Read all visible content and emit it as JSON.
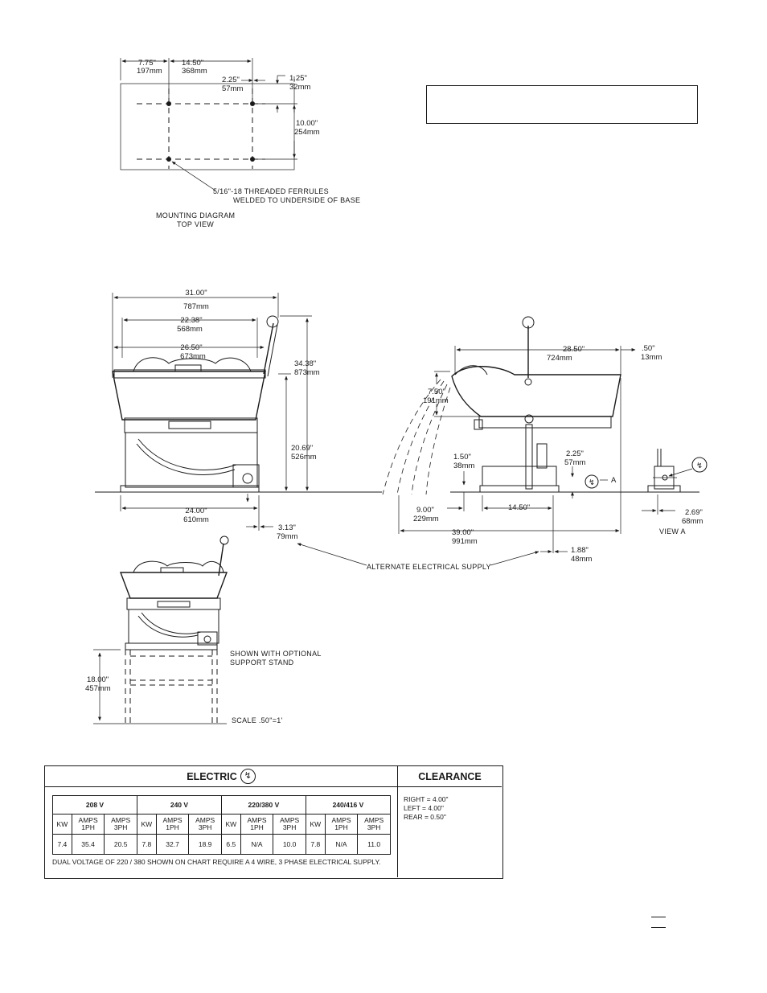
{
  "mounting": {
    "dims": {
      "d775": "7.75\"",
      "d197": "197mm",
      "d1450": "14.50\"",
      "d368": "368mm",
      "d225": "2.25\"",
      "d57": "57mm",
      "d125": "1.25\"",
      "d32": "32mm",
      "d1000": "10.00\"",
      "d254": "254mm"
    },
    "ferrule_line1": "5/16\"-18 THREADED FERRULES",
    "ferrule_line2": "WELDED TO UNDERSIDE OF BASE",
    "caption_line1": "MOUNTING DIAGRAM",
    "caption_line2": "TOP VIEW"
  },
  "front": {
    "d3100": "31.00\"",
    "d787": "787mm",
    "d2238": "22.38\"",
    "d568": "568mm",
    "d2650": "26.50\"",
    "d673": "673mm",
    "d3438": "34.38\"",
    "d873": "873mm",
    "d2069": "20.69\"",
    "d526": "526mm",
    "d2400": "24.00\"",
    "d610": "610mm",
    "d313": "3.13\"",
    "d79": "79mm"
  },
  "side": {
    "d2850": "28.50\"",
    "d724": "724mm",
    "d050": ".50\"",
    "d13": "13mm",
    "d750": "7.50\"",
    "d191": "191mm",
    "d150": "1.50\"",
    "d38": "38mm",
    "d225": "2.25\"",
    "d57": "57mm",
    "a_label": "A",
    "d900": "9.00\"",
    "d229": "229mm",
    "d1450": "14.50\"",
    "d3900": "39.00\"",
    "d991": "991mm",
    "d188": "1.88\"",
    "d48": "48mm",
    "d269": "2.69\"",
    "d68": "68mm",
    "view_a": "VIEW A",
    "alt_supply": "ALTERNATE ELECTRICAL SUPPLY"
  },
  "stand": {
    "d1800": "18.00\"",
    "d457": "457mm",
    "note_line1": "SHOWN WITH OPTIONAL",
    "note_line2": "SUPPORT STAND",
    "scale": "SCALE .50\"=1'"
  },
  "electric": {
    "title": "ELECTRIC",
    "voltages": [
      "208 V",
      "240 V",
      "220/380 V",
      "240/416 V"
    ],
    "kw_label": "KW",
    "amps_label": "AMPS",
    "ph1": "1PH",
    "ph3": "3PH",
    "rows": [
      [
        "7.4",
        "35.4",
        "20.5"
      ],
      [
        "7.8",
        "32.7",
        "18.9"
      ],
      [
        "6.5",
        "N/A",
        "10.0"
      ],
      [
        "7.8",
        "N/A",
        "11.0"
      ]
    ],
    "note": "DUAL VOLTAGE OF 220 / 380 SHOWN ON CHART REQUIRE A 4 WIRE, 3 PHASE ELECTRICAL SUPPLY."
  },
  "clearance": {
    "title": "CLEARANCE",
    "right": "RIGHT  = 4.00\"",
    "left": "LEFT    = 4.00\"",
    "rear": "REAR   = 0.50\""
  },
  "symbols": {
    "bolt": "↯"
  }
}
